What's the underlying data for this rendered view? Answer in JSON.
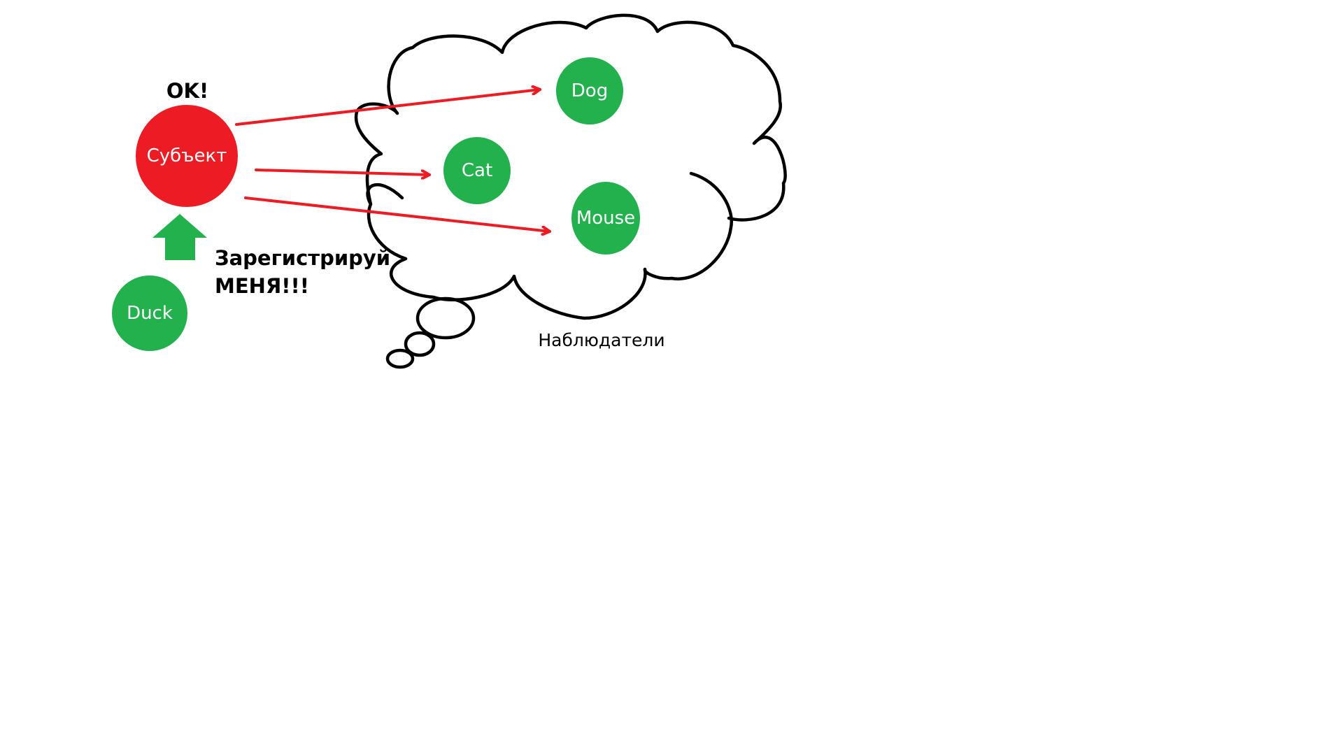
{
  "colors": {
    "subject": "#ed1c24",
    "observer": "#22b14c",
    "arrow": "#ed1c24",
    "register_arrow": "#22b14c",
    "outline": "#000000",
    "background": "#ffffff"
  },
  "subject": {
    "label": "Субъект"
  },
  "ok_label": "OK!",
  "candidate": {
    "label": "Duck"
  },
  "register_request": {
    "line1": "Зарегистрируй",
    "line2": "МЕНЯ!!!"
  },
  "observers": [
    {
      "id": "dog",
      "label": "Dog"
    },
    {
      "id": "cat",
      "label": "Cat"
    },
    {
      "id": "mouse",
      "label": "Mouse"
    }
  ],
  "observers_caption": "Наблюдатели"
}
